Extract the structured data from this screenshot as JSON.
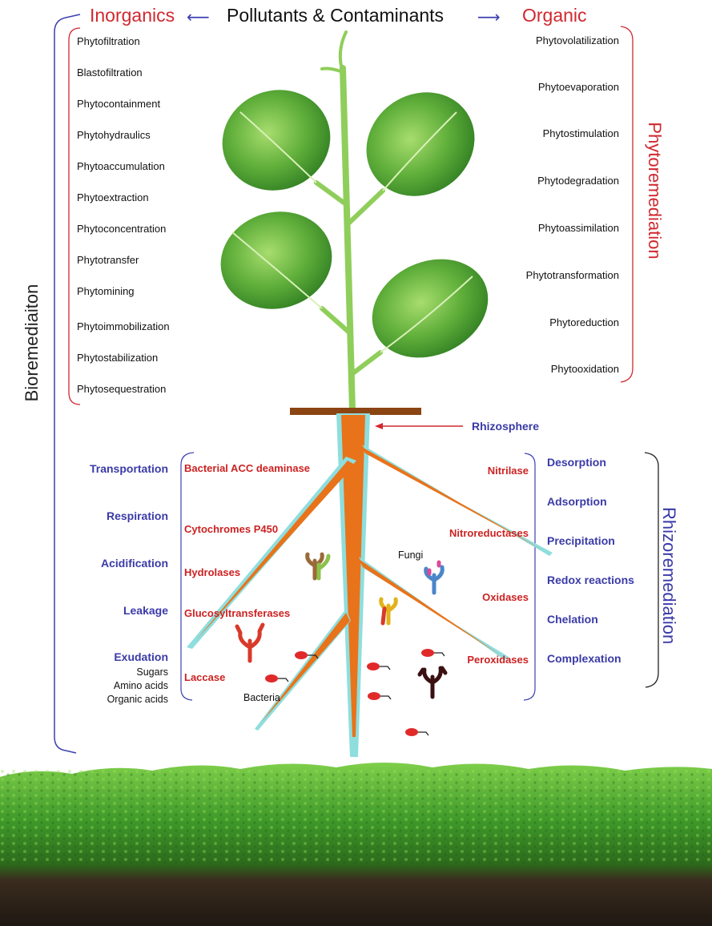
{
  "header": {
    "inorganics": "Inorganics",
    "center": "Pollutants & Contaminants",
    "organic": "Organic",
    "arrow_left": "⟵",
    "arrow_right": "⟶"
  },
  "inorganic_processes": [
    "Phytofiltration",
    "Blastofiltration",
    "Phytocontainment",
    "Phytohydraulics",
    "Phytoaccumulation",
    "Phytoextraction",
    "Phytoconcentration",
    "Phytotransfer",
    "Phytomining",
    "Phytoimmobilization",
    "Phytostabilization",
    "Phytosequestration"
  ],
  "organic_processes": [
    "Phytovolatilization",
    "Phytoevaporation",
    "Phytostimulation",
    "Phytodegradation",
    "Phytoassimilation",
    "Phytotransformation",
    "Phytoreduction",
    "Phytooxidation"
  ],
  "side_labels": {
    "bioremediation": "Bioremediaiton",
    "phytoremediation": "Phytoremediation",
    "rhizoremediation": "Rhizoremediation"
  },
  "rhizosphere": "Rhizosphere",
  "root_left_mechanisms": [
    "Transportation",
    "Respiration",
    "Acidification",
    "Leakage",
    "Exudation"
  ],
  "exudates": [
    "Sugars",
    "Amino acids",
    "Organic acids"
  ],
  "left_enzymes": [
    "Bacterial ACC deaminase",
    "Cytochromes P450",
    "Hydrolases",
    "Glucosyltransferases",
    "Laccase"
  ],
  "right_enzymes": [
    "Nitrilase",
    "Nitroreductases",
    "Oxidases",
    "Peroxidases"
  ],
  "rhizo_mechanisms": [
    "Desorption",
    "Adsorption",
    "Precipitation",
    "Redox reactions",
    "Chelation",
    "Complexation"
  ],
  "organisms": {
    "fungi": "Fungi",
    "bacteria": "Bacteria"
  },
  "colors": {
    "red": "#d0282e",
    "blue": "#3a3aa8",
    "leaf": "#5fae3a",
    "stem": "#8fce5a",
    "root": "#e8731a",
    "root_outline": "#8fdede",
    "soil_green": "#3f9a2a",
    "soil_dark": "#2a2018"
  }
}
